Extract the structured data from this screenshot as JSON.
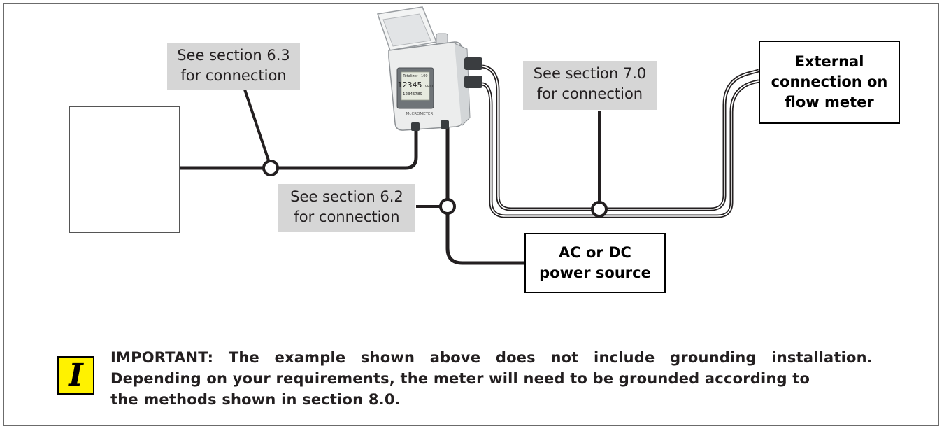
{
  "callouts": {
    "section_6_3": {
      "line1": "See section 6.3",
      "line2": "for connection"
    },
    "section_7_0": {
      "line1": "See section 7.0",
      "line2": "for connection"
    },
    "section_6_2": {
      "line1": "See section 6.2",
      "line2": "for connection"
    }
  },
  "boxes": {
    "external": {
      "line1": "External",
      "line2": "connection on",
      "line3": "flow meter"
    },
    "power": {
      "line1": "AC or DC",
      "line2": "power source"
    }
  },
  "device": {
    "screen_header": "Totalizer · 100",
    "screen_value": "12345",
    "screen_unit": "gpm",
    "screen_total": "12345789",
    "brand": "McCROMETER"
  },
  "note": {
    "icon_letter": "I",
    "line1": "IMPORTANT: The example shown above does not include grounding installation.",
    "line2": "Depending on your requirements, the meter will need to be grounded according to",
    "line3": "the methods shown in section 8.0."
  },
  "colors": {
    "callout_bg": "#d6d6d6",
    "note_icon_bg": "#fff200",
    "enclosure": "#e9eaeb",
    "sensor_blue": "#2aa3c9"
  }
}
